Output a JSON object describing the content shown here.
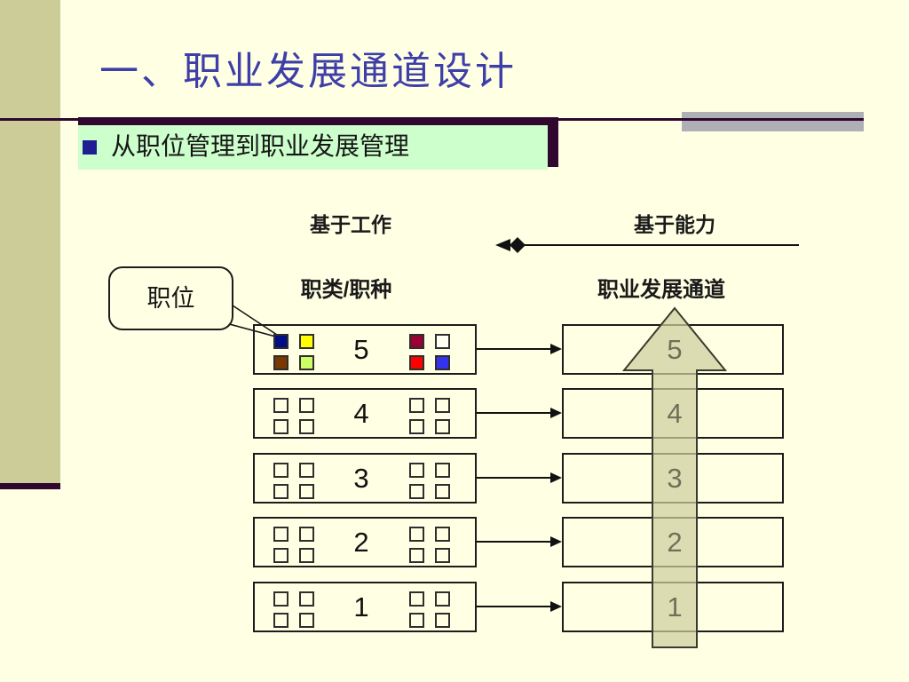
{
  "slide": {
    "title": "一、职业发展通道设计",
    "bullet": "从职位管理到职业发展管理"
  },
  "diagram": {
    "axis_left_label": "基于工作",
    "axis_right_label": "基于能力",
    "left_column_title": "职类/职种",
    "right_column_title": "职业发展通道",
    "callout_label": "职位",
    "left_levels": [
      "5",
      "4",
      "3",
      "2",
      "1"
    ],
    "right_levels": [
      "5",
      "4",
      "3",
      "2",
      "1"
    ],
    "position_colors_group1": [
      "#000F85",
      "#FFFF00",
      "#7A3900",
      "#CCFF66"
    ],
    "position_colors_group2": [
      "#990033",
      "#FFFFF4",
      "#FF0000",
      "#3333EE"
    ]
  },
  "colors": {
    "background": "#FFFFE4",
    "sidebar_olive": "#CCCC99",
    "dark_maroon": "#2F072F",
    "accent_gray": "#AFAFB5",
    "highlight_green": "#CCFFCC",
    "bullet_navy": "#1F1F94",
    "title_blue": "#3E3EA8",
    "channel_arrow_fill": "#CECE9E"
  }
}
